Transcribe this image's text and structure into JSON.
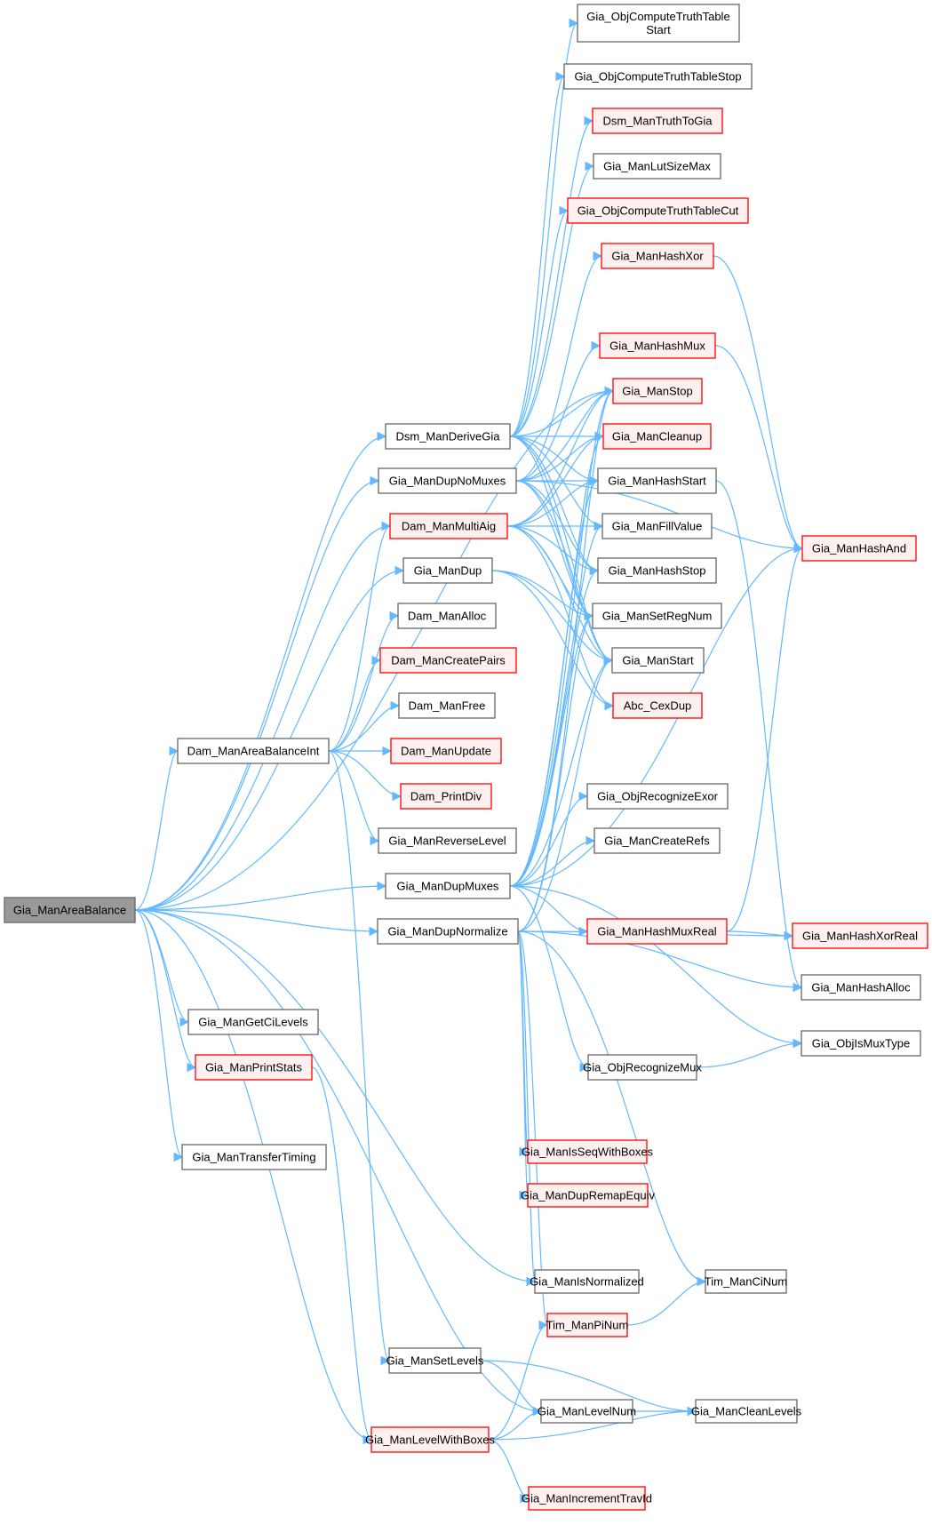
{
  "title": "Gia_ManAreaBalance call graph",
  "colors": {
    "edge": "#63b8ff",
    "node_border": "#666666",
    "truncated_border": "#ff0000",
    "truncated_fill": "#fff0f0",
    "root_fill": "#999999"
  },
  "nodes": [
    {
      "id": "root",
      "label": "Gia_ManAreaBalance",
      "kind": "root"
    },
    {
      "id": "dsmDerive",
      "label": "Dsm_ManDeriveGia",
      "kind": "normal"
    },
    {
      "id": "dupNoMux",
      "label": "Gia_ManDupNoMuxes",
      "kind": "normal"
    },
    {
      "id": "damMulti",
      "label": "Dam_ManMultiAig",
      "kind": "truncated"
    },
    {
      "id": "dup",
      "label": "Gia_ManDup",
      "kind": "normal"
    },
    {
      "id": "damAlloc",
      "label": "Dam_ManAlloc",
      "kind": "normal"
    },
    {
      "id": "damPairs",
      "label": "Dam_ManCreatePairs",
      "kind": "truncated"
    },
    {
      "id": "damFree",
      "label": "Dam_ManFree",
      "kind": "normal"
    },
    {
      "id": "damAreaInt",
      "label": "Dam_ManAreaBalanceInt",
      "kind": "normal"
    },
    {
      "id": "damUpdate",
      "label": "Dam_ManUpdate",
      "kind": "truncated"
    },
    {
      "id": "damPrintDiv",
      "label": "Dam_PrintDiv",
      "kind": "truncated"
    },
    {
      "id": "revLevel",
      "label": "Gia_ManReverseLevel",
      "kind": "normal"
    },
    {
      "id": "dupMux",
      "label": "Gia_ManDupMuxes",
      "kind": "normal"
    },
    {
      "id": "dupNorm",
      "label": "Gia_ManDupNormalize",
      "kind": "normal"
    },
    {
      "id": "getCi",
      "label": "Gia_ManGetCiLevels",
      "kind": "normal"
    },
    {
      "id": "printStats",
      "label": "Gia_ManPrintStats",
      "kind": "truncated"
    },
    {
      "id": "transTiming",
      "label": "Gia_ManTransferTiming",
      "kind": "normal"
    },
    {
      "id": "setLevels",
      "label": "Gia_ManSetLevels",
      "kind": "normal"
    },
    {
      "id": "levelBoxes",
      "label": "Gia_ManLevelWithBoxes",
      "kind": "truncated"
    },
    {
      "id": "ttStart",
      "label": "Gia_ObjComputeTruthTable\nStart",
      "kind": "normal"
    },
    {
      "id": "ttStop",
      "label": "Gia_ObjComputeTruthTableStop",
      "kind": "normal"
    },
    {
      "id": "truthToGia",
      "label": "Dsm_ManTruthToGia",
      "kind": "truncated"
    },
    {
      "id": "lutSize",
      "label": "Gia_ManLutSizeMax",
      "kind": "normal"
    },
    {
      "id": "ttCut",
      "label": "Gia_ObjComputeTruthTableCut",
      "kind": "truncated"
    },
    {
      "id": "hashXor",
      "label": "Gia_ManHashXor",
      "kind": "truncated"
    },
    {
      "id": "hashMux",
      "label": "Gia_ManHashMux",
      "kind": "truncated"
    },
    {
      "id": "stop",
      "label": "Gia_ManStop",
      "kind": "truncated"
    },
    {
      "id": "cleanup",
      "label": "Gia_ManCleanup",
      "kind": "truncated"
    },
    {
      "id": "hashStart",
      "label": "Gia_ManHashStart",
      "kind": "normal"
    },
    {
      "id": "fillValue",
      "label": "Gia_ManFillValue",
      "kind": "normal"
    },
    {
      "id": "hashStop",
      "label": "Gia_ManHashStop",
      "kind": "normal"
    },
    {
      "id": "setReg",
      "label": "Gia_ManSetRegNum",
      "kind": "normal"
    },
    {
      "id": "start",
      "label": "Gia_ManStart",
      "kind": "normal"
    },
    {
      "id": "cexDup",
      "label": "Abc_CexDup",
      "kind": "truncated"
    },
    {
      "id": "recExor",
      "label": "Gia_ObjRecognizeExor",
      "kind": "normal"
    },
    {
      "id": "createRefs",
      "label": "Gia_ManCreateRefs",
      "kind": "normal"
    },
    {
      "id": "hashMuxReal",
      "label": "Gia_ManHashMuxReal",
      "kind": "truncated"
    },
    {
      "id": "recMux",
      "label": "Gia_ObjRecognizeMux",
      "kind": "normal"
    },
    {
      "id": "isSeq",
      "label": "Gia_ManIsSeqWithBoxes",
      "kind": "truncated"
    },
    {
      "id": "remapEquiv",
      "label": "Gia_ManDupRemapEquiv",
      "kind": "truncated"
    },
    {
      "id": "isNorm",
      "label": "Gia_ManIsNormalized",
      "kind": "normal"
    },
    {
      "id": "piNum",
      "label": "Tim_ManPiNum",
      "kind": "truncated"
    },
    {
      "id": "levelNum",
      "label": "Gia_ManLevelNum",
      "kind": "normal"
    },
    {
      "id": "incTrav",
      "label": "Gia_ManIncrementTravId",
      "kind": "truncated"
    },
    {
      "id": "hashAnd",
      "label": "Gia_ManHashAnd",
      "kind": "truncated"
    },
    {
      "id": "hashXorReal",
      "label": "Gia_ManHashXorReal",
      "kind": "truncated"
    },
    {
      "id": "hashAlloc",
      "label": "Gia_ManHashAlloc",
      "kind": "normal"
    },
    {
      "id": "isMuxType",
      "label": "Gia_ObjIsMuxType",
      "kind": "normal"
    },
    {
      "id": "ciNum",
      "label": "Tim_ManCiNum",
      "kind": "normal"
    },
    {
      "id": "cleanLevels",
      "label": "Gia_ManCleanLevels",
      "kind": "normal"
    }
  ],
  "edges": [
    [
      "root",
      "dsmDerive"
    ],
    [
      "root",
      "dupNoMux"
    ],
    [
      "root",
      "damMulti"
    ],
    [
      "root",
      "dup"
    ],
    [
      "root",
      "damAreaInt"
    ],
    [
      "root",
      "dupMux"
    ],
    [
      "root",
      "dupNorm"
    ],
    [
      "root",
      "getCi"
    ],
    [
      "root",
      "printStats"
    ],
    [
      "root",
      "transTiming"
    ],
    [
      "root",
      "stop"
    ],
    [
      "root",
      "isNorm"
    ],
    [
      "root",
      "levelNum"
    ],
    [
      "root",
      "levelBoxes"
    ],
    [
      "dsmDerive",
      "ttStart"
    ],
    [
      "dsmDerive",
      "ttStop"
    ],
    [
      "dsmDerive",
      "truthToGia"
    ],
    [
      "dsmDerive",
      "lutSize"
    ],
    [
      "dsmDerive",
      "ttCut"
    ],
    [
      "dsmDerive",
      "stop"
    ],
    [
      "dsmDerive",
      "cleanup"
    ],
    [
      "dsmDerive",
      "hashStart"
    ],
    [
      "dsmDerive",
      "fillValue"
    ],
    [
      "dsmDerive",
      "hashStop"
    ],
    [
      "dsmDerive",
      "setReg"
    ],
    [
      "dsmDerive",
      "start"
    ],
    [
      "dupNoMux",
      "hashXor"
    ],
    [
      "dupNoMux",
      "hashAnd"
    ],
    [
      "dupNoMux",
      "hashMux"
    ],
    [
      "dupNoMux",
      "stop"
    ],
    [
      "dupNoMux",
      "cleanup"
    ],
    [
      "dupNoMux",
      "hashStart"
    ],
    [
      "dupNoMux",
      "hashStop"
    ],
    [
      "dupNoMux",
      "setReg"
    ],
    [
      "dupNoMux",
      "start"
    ],
    [
      "damMulti",
      "stop"
    ],
    [
      "damMulti",
      "cleanup"
    ],
    [
      "damMulti",
      "hashStart"
    ],
    [
      "damMulti",
      "fillValue"
    ],
    [
      "damMulti",
      "hashStop"
    ],
    [
      "damMulti",
      "setReg"
    ],
    [
      "damMulti",
      "start"
    ],
    [
      "damMulti",
      "cexDup"
    ],
    [
      "dup",
      "setReg"
    ],
    [
      "dup",
      "start"
    ],
    [
      "dup",
      "cexDup"
    ],
    [
      "damAreaInt",
      "damMulti"
    ],
    [
      "damAreaInt",
      "damAlloc"
    ],
    [
      "damAreaInt",
      "damPairs"
    ],
    [
      "damAreaInt",
      "damFree"
    ],
    [
      "damAreaInt",
      "damUpdate"
    ],
    [
      "damAreaInt",
      "damPrintDiv"
    ],
    [
      "damAreaInt",
      "revLevel"
    ],
    [
      "damAreaInt",
      "setLevels"
    ],
    [
      "dupMux",
      "stop"
    ],
    [
      "dupMux",
      "cleanup"
    ],
    [
      "dupMux",
      "hashStart"
    ],
    [
      "dupMux",
      "fillValue"
    ],
    [
      "dupMux",
      "hashStop"
    ],
    [
      "dupMux",
      "setReg"
    ],
    [
      "dupMux",
      "start"
    ],
    [
      "dupMux",
      "recExor"
    ],
    [
      "dupMux",
      "createRefs"
    ],
    [
      "dupMux",
      "hashMuxReal"
    ],
    [
      "dupMux",
      "hashAnd"
    ],
    [
      "dupMux",
      "isMuxType"
    ],
    [
      "dupMux",
      "recMux"
    ],
    [
      "dupNorm",
      "stop"
    ],
    [
      "dupNorm",
      "start"
    ],
    [
      "dupNorm",
      "setReg"
    ],
    [
      "dupNorm",
      "hashXorReal"
    ],
    [
      "dupNorm",
      "hashAlloc"
    ],
    [
      "dupNorm",
      "isSeq"
    ],
    [
      "dupNorm",
      "remapEquiv"
    ],
    [
      "dupNorm",
      "isNorm"
    ],
    [
      "dupNorm",
      "ciNum"
    ],
    [
      "dupNorm",
      "piNum"
    ],
    [
      "hashXor",
      "hashAnd"
    ],
    [
      "hashMux",
      "hashAnd"
    ],
    [
      "hashStart",
      "hashAlloc"
    ],
    [
      "hashMuxReal",
      "hashAnd"
    ],
    [
      "hashMuxReal",
      "hashXorReal"
    ],
    [
      "recMux",
      "isMuxType"
    ],
    [
      "piNum",
      "ciNum"
    ],
    [
      "printStats",
      "levelBoxes"
    ],
    [
      "setLevels",
      "levelNum"
    ],
    [
      "setLevels",
      "cleanLevels"
    ],
    [
      "levelBoxes",
      "levelNum"
    ],
    [
      "levelBoxes",
      "cleanLevels"
    ],
    [
      "levelBoxes",
      "piNum"
    ],
    [
      "levelBoxes",
      "incTrav"
    ],
    [
      "levelNum",
      "cleanLevels"
    ]
  ]
}
